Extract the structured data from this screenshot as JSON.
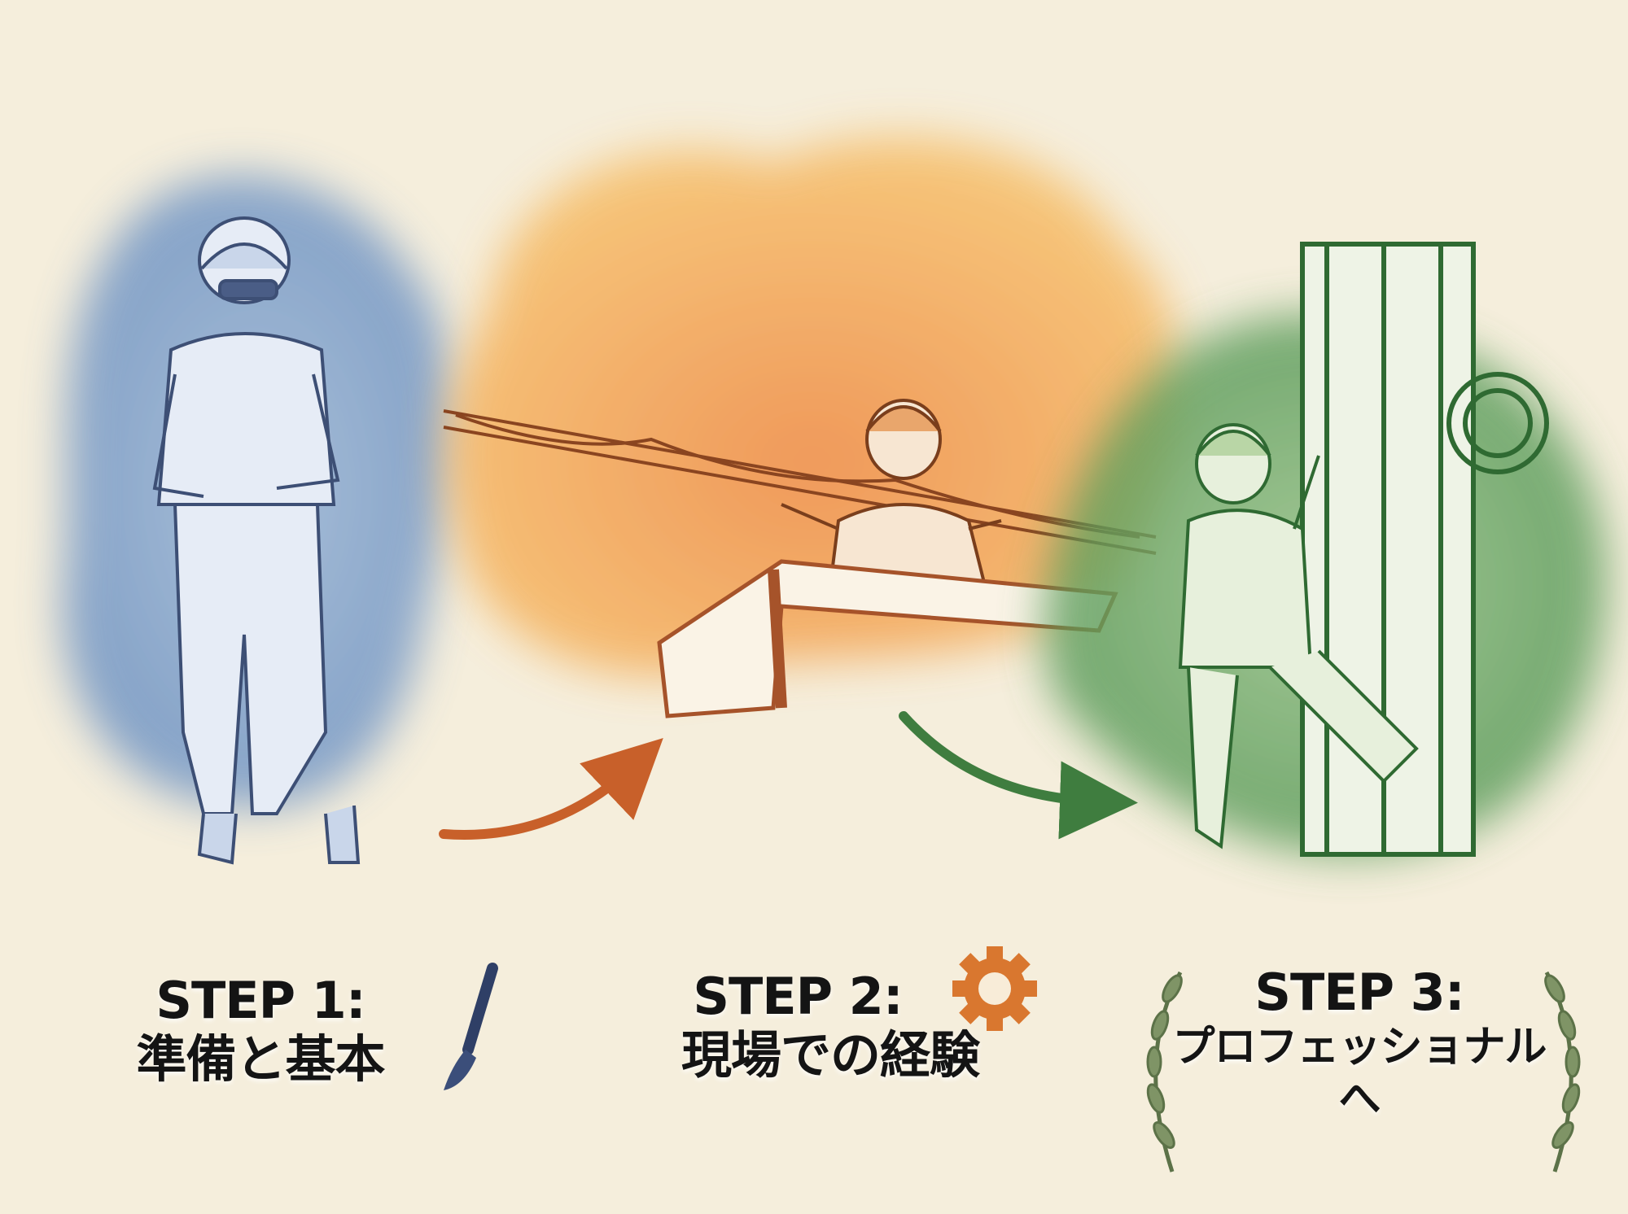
{
  "steps": [
    {
      "title": "STEP 1:",
      "subtitle": "準備と基本",
      "icon": "paintbrush-icon",
      "color": "#6f8fc0"
    },
    {
      "title": "STEP 2:",
      "subtitle": "現場での経験",
      "icon": "gear-icon",
      "color": "#e8893a"
    },
    {
      "title": "STEP 3:",
      "subtitle": "プロフェッショナルへ",
      "icon": "laurel-wreath-icon",
      "color": "#5f9a55"
    }
  ],
  "colors": {
    "background": "#f5eedc",
    "blue": "#6f8fc0",
    "orange": "#e8893a",
    "green": "#5f9a55",
    "arrow_orange": "#c8602a",
    "arrow_green": "#3f7d3f"
  }
}
